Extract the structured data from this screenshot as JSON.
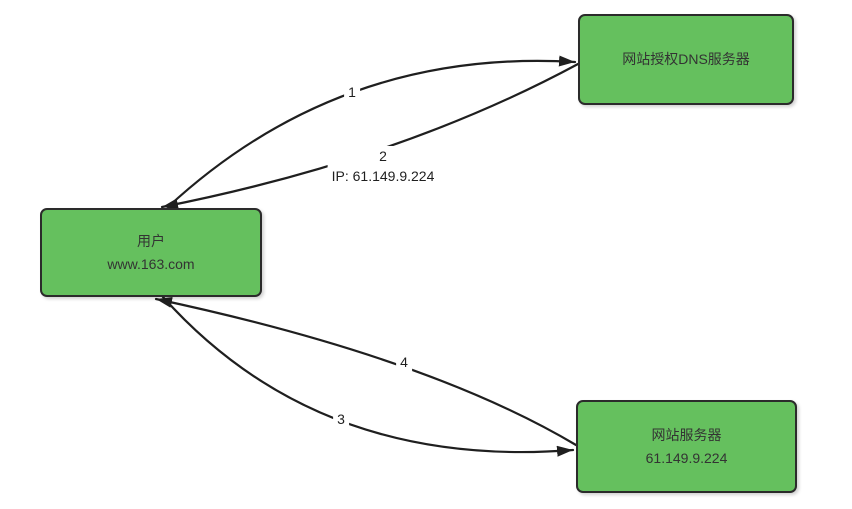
{
  "colors": {
    "node_fill": "#65c05e",
    "node_border": "#2b2b2b",
    "edge_stroke": "#1f1f1f",
    "text": "#333333",
    "background": "#ffffff"
  },
  "nodes": {
    "dns_server": {
      "label": "网站授权DNS服务器"
    },
    "user": {
      "line1": "用户",
      "line2": "www.163.com"
    },
    "web_server": {
      "line1": "网站服务器",
      "line2": "61.149.9.224"
    }
  },
  "edges": {
    "step1": {
      "label": "1"
    },
    "step2": {
      "label": "2",
      "sublabel": "IP: 61.149.9.224"
    },
    "step3": {
      "label": "3"
    },
    "step4": {
      "label": "4"
    }
  }
}
